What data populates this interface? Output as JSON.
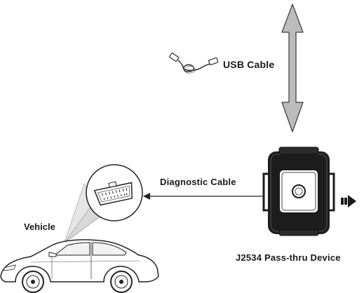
{
  "labels": {
    "usb_cable": "USB Cable",
    "diagnostic_cable": "Diagnostic Cable",
    "vehicle": "Vehicle",
    "device": "J2534 Pass-thru Device"
  },
  "colors": {
    "arrow_fill": "#b5b5b5",
    "line": "#222222",
    "device_body": "#1c1c1c",
    "device_face": "#3a3a3a"
  },
  "icons": [
    "usb-cable-icon",
    "obd-connector-icon",
    "car-icon",
    "pass-thru-device-icon",
    "continue-arrow-icon"
  ]
}
